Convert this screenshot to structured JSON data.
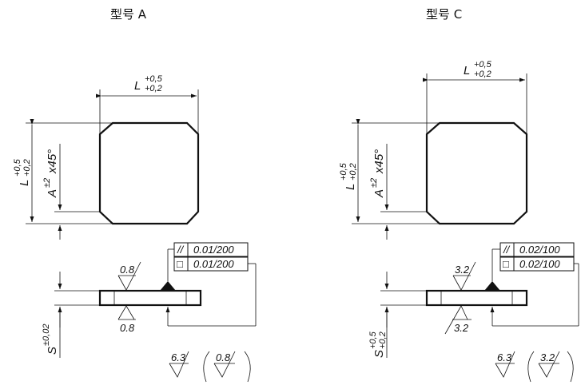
{
  "variants": [
    {
      "title": "型号 A",
      "length_dim": {
        "symbol": "L",
        "upper": "+0,5",
        "lower": "+0,2"
      },
      "chamfer_dim": {
        "symbol": "A",
        "tolerance": "±2",
        "suffix": "x45°"
      },
      "thickness_dim": {
        "symbol": "S",
        "upper": "±0,02",
        "lower": ""
      },
      "roughness_top": "0.8",
      "roughness_bottom": "0.8",
      "parallelism": {
        "symbol": "//",
        "value": "0.01/200"
      },
      "flatness": {
        "symbol": "□",
        "value": "0.01/200"
      },
      "general_roughness": "6.3",
      "bracket_roughness": "0.8"
    },
    {
      "title": "型号 C",
      "length_dim": {
        "symbol": "L",
        "upper": "+0,5",
        "lower": "+0,2"
      },
      "chamfer_dim": {
        "symbol": "A",
        "tolerance": "±2",
        "suffix": "x45°"
      },
      "thickness_dim": {
        "symbol": "S",
        "upper": "+0,5",
        "lower": "+0,2"
      },
      "roughness_top": "3.2",
      "roughness_bottom": "3.2",
      "parallelism": {
        "symbol": "//",
        "value": "0.02/100"
      },
      "flatness": {
        "symbol": "□",
        "value": "0.02/100"
      },
      "general_roughness": "6.3",
      "bracket_roughness": "3.2"
    }
  ]
}
